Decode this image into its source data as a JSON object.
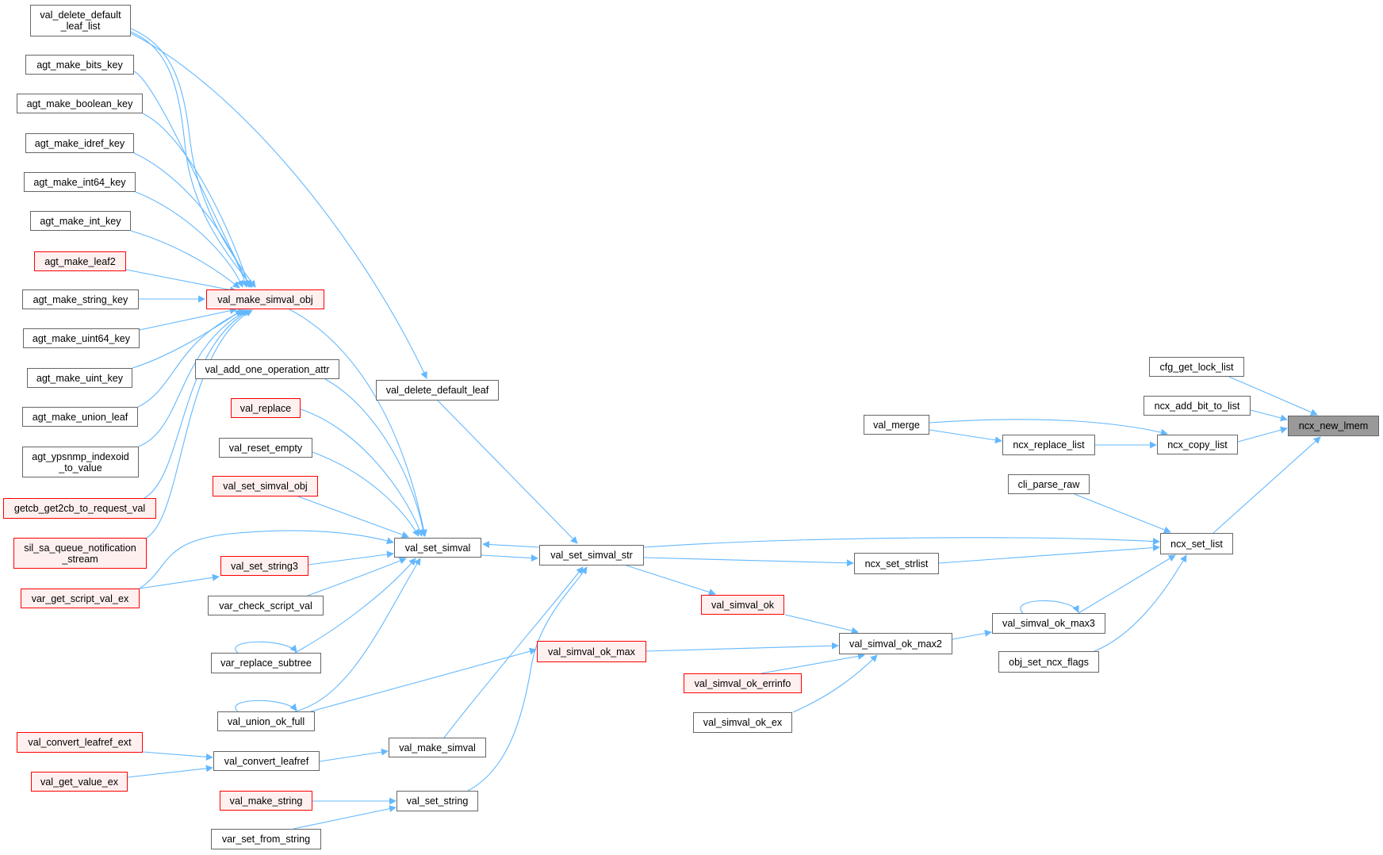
{
  "graph": {
    "title": "ncx_new_lmem",
    "colors": {
      "edge": "#63b8ff",
      "node_border": "#666666",
      "node_fill": "#ffffff",
      "truncated_border": "#ff0000",
      "truncated_fill": "#fff0f0",
      "root_fill": "#999999"
    },
    "nodes": [
      {
        "id": "val_delete_default_leaf_list",
        "label": "val_delete_default\n_leaf_list",
        "style": "normal"
      },
      {
        "id": "agt_make_bits_key",
        "label": "agt_make_bits_key",
        "style": "normal"
      },
      {
        "id": "agt_make_boolean_key",
        "label": "agt_make_boolean_key",
        "style": "normal"
      },
      {
        "id": "agt_make_idref_key",
        "label": "agt_make_idref_key",
        "style": "normal"
      },
      {
        "id": "agt_make_int64_key",
        "label": "agt_make_int64_key",
        "style": "normal"
      },
      {
        "id": "agt_make_int_key",
        "label": "agt_make_int_key",
        "style": "normal"
      },
      {
        "id": "agt_make_leaf2",
        "label": "agt_make_leaf2",
        "style": "red"
      },
      {
        "id": "agt_make_string_key",
        "label": "agt_make_string_key",
        "style": "normal"
      },
      {
        "id": "agt_make_uint64_key",
        "label": "agt_make_uint64_key",
        "style": "normal"
      },
      {
        "id": "agt_make_uint_key",
        "label": "agt_make_uint_key",
        "style": "normal"
      },
      {
        "id": "agt_make_union_leaf",
        "label": "agt_make_union_leaf",
        "style": "normal"
      },
      {
        "id": "agt_ypsnmp_indexoid_to_value",
        "label": "agt_ypsnmp_indexoid\n_to_value",
        "style": "normal"
      },
      {
        "id": "getcb_get2cb_to_request_val",
        "label": "getcb_get2cb_to_request_val",
        "style": "red"
      },
      {
        "id": "sil_sa_queue_notification_stream",
        "label": "sil_sa_queue_notification\n_stream",
        "style": "red"
      },
      {
        "id": "var_get_script_val_ex",
        "label": "var_get_script_val_ex",
        "style": "red"
      },
      {
        "id": "val_make_simval_obj",
        "label": "val_make_simval_obj",
        "style": "red"
      },
      {
        "id": "val_add_one_operation_attr",
        "label": "val_add_one_operation_attr",
        "style": "normal"
      },
      {
        "id": "val_replace",
        "label": "val_replace",
        "style": "red"
      },
      {
        "id": "val_reset_empty",
        "label": "val_reset_empty",
        "style": "normal"
      },
      {
        "id": "val_set_simval_obj",
        "label": "val_set_simval_obj",
        "style": "red"
      },
      {
        "id": "val_set_string3",
        "label": "val_set_string3",
        "style": "red"
      },
      {
        "id": "var_check_script_val",
        "label": "var_check_script_val",
        "style": "normal"
      },
      {
        "id": "var_replace_subtree",
        "label": "var_replace_subtree",
        "style": "normal"
      },
      {
        "id": "val_union_ok_full",
        "label": "val_union_ok_full",
        "style": "normal"
      },
      {
        "id": "val_convert_leafref_ext",
        "label": "val_convert_leafref_ext",
        "style": "red"
      },
      {
        "id": "val_get_value_ex",
        "label": "val_get_value_ex",
        "style": "red"
      },
      {
        "id": "val_convert_leafref",
        "label": "val_convert_leafref",
        "style": "normal"
      },
      {
        "id": "val_make_string",
        "label": "val_make_string",
        "style": "red"
      },
      {
        "id": "var_set_from_string",
        "label": "var_set_from_string",
        "style": "normal"
      },
      {
        "id": "val_delete_default_leaf",
        "label": "val_delete_default_leaf",
        "style": "normal"
      },
      {
        "id": "val_set_simval",
        "label": "val_set_simval",
        "style": "normal"
      },
      {
        "id": "val_make_simval",
        "label": "val_make_simval",
        "style": "normal"
      },
      {
        "id": "val_set_string",
        "label": "val_set_string",
        "style": "normal"
      },
      {
        "id": "val_set_simval_str",
        "label": "val_set_simval_str",
        "style": "normal"
      },
      {
        "id": "val_simval_ok",
        "label": "val_simval_ok",
        "style": "red"
      },
      {
        "id": "val_simval_ok_max",
        "label": "val_simval_ok_max",
        "style": "red"
      },
      {
        "id": "val_simval_ok_max2",
        "label": "val_simval_ok_max2",
        "style": "normal"
      },
      {
        "id": "val_simval_ok_errinfo",
        "label": "val_simval_ok_errinfo",
        "style": "red"
      },
      {
        "id": "val_simval_ok_ex",
        "label": "val_simval_ok_ex",
        "style": "normal"
      },
      {
        "id": "val_merge",
        "label": "val_merge",
        "style": "normal"
      },
      {
        "id": "ncx_replace_list",
        "label": "ncx_replace_list",
        "style": "normal"
      },
      {
        "id": "ncx_set_strlist",
        "label": "ncx_set_strlist",
        "style": "normal"
      },
      {
        "id": "cli_parse_raw",
        "label": "cli_parse_raw",
        "style": "normal"
      },
      {
        "id": "ncx_set_list",
        "label": "ncx_set_list",
        "style": "normal"
      },
      {
        "id": "val_simval_ok_max3",
        "label": "val_simval_ok_max3",
        "style": "normal"
      },
      {
        "id": "obj_set_ncx_flags",
        "label": "obj_set_ncx_flags",
        "style": "normal"
      },
      {
        "id": "cfg_get_lock_list",
        "label": "cfg_get_lock_list",
        "style": "normal"
      },
      {
        "id": "ncx_add_bit_to_list",
        "label": "ncx_add_bit_to_list",
        "style": "normal"
      },
      {
        "id": "ncx_copy_list",
        "label": "ncx_copy_list",
        "style": "normal"
      },
      {
        "id": "ncx_new_lmem",
        "label": "ncx_new_lmem",
        "style": "root"
      }
    ],
    "edges": [
      [
        "val_delete_default_leaf_list",
        "val_make_simval_obj"
      ],
      [
        "val_delete_default_leaf_list",
        "val_make_simval_obj"
      ],
      [
        "val_delete_default_leaf_list",
        "val_delete_default_leaf"
      ],
      [
        "agt_make_bits_key",
        "val_make_simval_obj"
      ],
      [
        "agt_make_boolean_key",
        "val_make_simval_obj"
      ],
      [
        "agt_make_idref_key",
        "val_make_simval_obj"
      ],
      [
        "agt_make_int64_key",
        "val_make_simval_obj"
      ],
      [
        "agt_make_int_key",
        "val_make_simval_obj"
      ],
      [
        "agt_make_leaf2",
        "val_make_simval_obj"
      ],
      [
        "agt_make_string_key",
        "val_make_simval_obj"
      ],
      [
        "agt_make_uint64_key",
        "val_make_simval_obj"
      ],
      [
        "agt_make_uint_key",
        "val_make_simval_obj"
      ],
      [
        "agt_make_union_leaf",
        "val_make_simval_obj"
      ],
      [
        "agt_ypsnmp_indexoid_to_value",
        "val_make_simval_obj"
      ],
      [
        "getcb_get2cb_to_request_val",
        "val_make_simval_obj"
      ],
      [
        "sil_sa_queue_notification_stream",
        "val_make_simval_obj"
      ],
      [
        "val_make_simval_obj",
        "val_set_simval"
      ],
      [
        "val_add_one_operation_attr",
        "val_set_simval"
      ],
      [
        "val_replace",
        "val_set_simval"
      ],
      [
        "val_reset_empty",
        "val_set_simval"
      ],
      [
        "val_set_simval_obj",
        "val_set_simval"
      ],
      [
        "var_get_script_val_ex",
        "val_set_simval"
      ],
      [
        "var_get_script_val_ex",
        "val_set_string3"
      ],
      [
        "val_set_string3",
        "val_set_simval"
      ],
      [
        "var_check_script_val",
        "val_set_simval"
      ],
      [
        "var_replace_subtree",
        "val_set_simval"
      ],
      [
        "val_union_ok_full",
        "val_set_simval"
      ],
      [
        "val_union_ok_full",
        "val_simval_ok_max"
      ],
      [
        "var_replace_subtree",
        "var_replace_subtree"
      ],
      [
        "val_union_ok_full",
        "val_union_ok_full"
      ],
      [
        "val_set_simval",
        "val_set_simval_str"
      ],
      [
        "val_set_simval_str",
        "val_set_simval"
      ],
      [
        "val_delete_default_leaf",
        "val_set_simval_str"
      ],
      [
        "val_make_simval",
        "val_set_simval_str"
      ],
      [
        "val_set_string",
        "val_set_simval_str"
      ],
      [
        "val_convert_leafref_ext",
        "val_convert_leafref"
      ],
      [
        "val_get_value_ex",
        "val_convert_leafref"
      ],
      [
        "val_convert_leafref",
        "val_make_simval"
      ],
      [
        "val_make_string",
        "val_set_string"
      ],
      [
        "var_set_from_string",
        "val_set_string"
      ],
      [
        "val_set_simval_str",
        "val_simval_ok"
      ],
      [
        "val_set_simval_str",
        "ncx_set_strlist"
      ],
      [
        "val_set_simval_str",
        "ncx_set_list"
      ],
      [
        "ncx_set_strlist",
        "ncx_set_list"
      ],
      [
        "val_simval_ok",
        "val_simval_ok_max2"
      ],
      [
        "val_simval_ok_max",
        "val_simval_ok_max2"
      ],
      [
        "val_simval_ok_errinfo",
        "val_simval_ok_max2"
      ],
      [
        "val_simval_ok_ex",
        "val_simval_ok_max2"
      ],
      [
        "val_simval_ok_max2",
        "val_simval_ok_max3"
      ],
      [
        "val_simval_ok_max3",
        "val_simval_ok_max3"
      ],
      [
        "val_simval_ok_max3",
        "ncx_set_list"
      ],
      [
        "obj_set_ncx_flags",
        "ncx_set_list"
      ],
      [
        "cli_parse_raw",
        "ncx_set_list"
      ],
      [
        "ncx_set_list",
        "ncx_new_lmem"
      ],
      [
        "ncx_copy_list",
        "ncx_new_lmem"
      ],
      [
        "ncx_add_bit_to_list",
        "ncx_new_lmem"
      ],
      [
        "cfg_get_lock_list",
        "ncx_new_lmem"
      ],
      [
        "val_merge",
        "ncx_copy_list"
      ],
      [
        "val_merge",
        "ncx_replace_list"
      ],
      [
        "ncx_replace_list",
        "ncx_copy_list"
      ]
    ]
  }
}
